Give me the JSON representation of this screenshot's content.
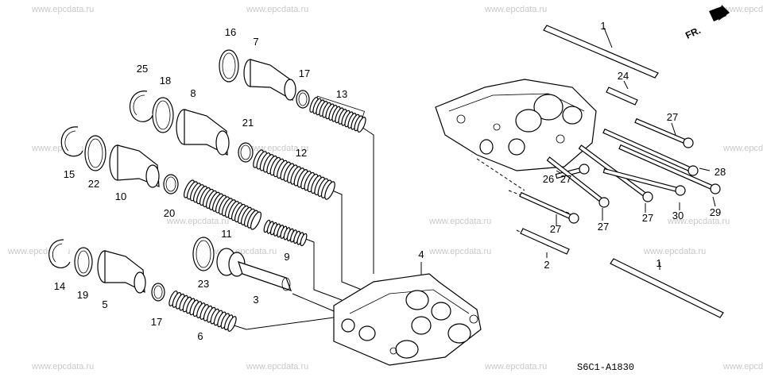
{
  "watermark": "www.epcdata.ru",
  "diagram_code": "S6C1-A1830",
  "front_indicator": "FR.",
  "labels": [
    "1",
    "1",
    "2",
    "3",
    "4",
    "5",
    "6",
    "7",
    "8",
    "9",
    "10",
    "11",
    "12",
    "13",
    "14",
    "15",
    "16",
    "17",
    "17",
    "18",
    "19",
    "20",
    "21",
    "22",
    "23",
    "24",
    "25",
    "26",
    "27",
    "27",
    "27",
    "27",
    "27",
    "28",
    "29",
    "30"
  ]
}
